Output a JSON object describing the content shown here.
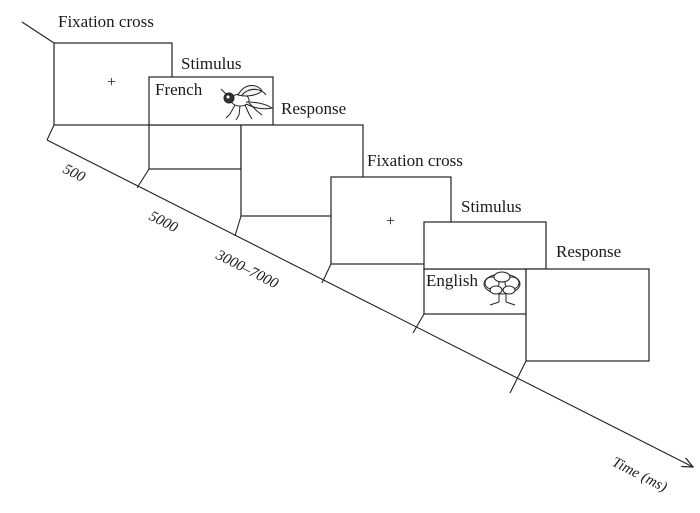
{
  "trial1": {
    "fixation_label": "Fixation cross",
    "fixation_symbol": "+",
    "stimulus_label": "Stimulus",
    "stimulus_word": "French",
    "stimulus_icon": "fly-icon",
    "response_label": "Response"
  },
  "trial2": {
    "fixation_label": "Fixation cross",
    "fixation_symbol": "+",
    "stimulus_label": "Stimulus",
    "stimulus_word": "English",
    "stimulus_icon": "tree-icon",
    "response_label": "Response"
  },
  "timeline": {
    "axis_label": "Time (ms)",
    "durations": [
      "500",
      "5000",
      "3000–7000"
    ]
  }
}
